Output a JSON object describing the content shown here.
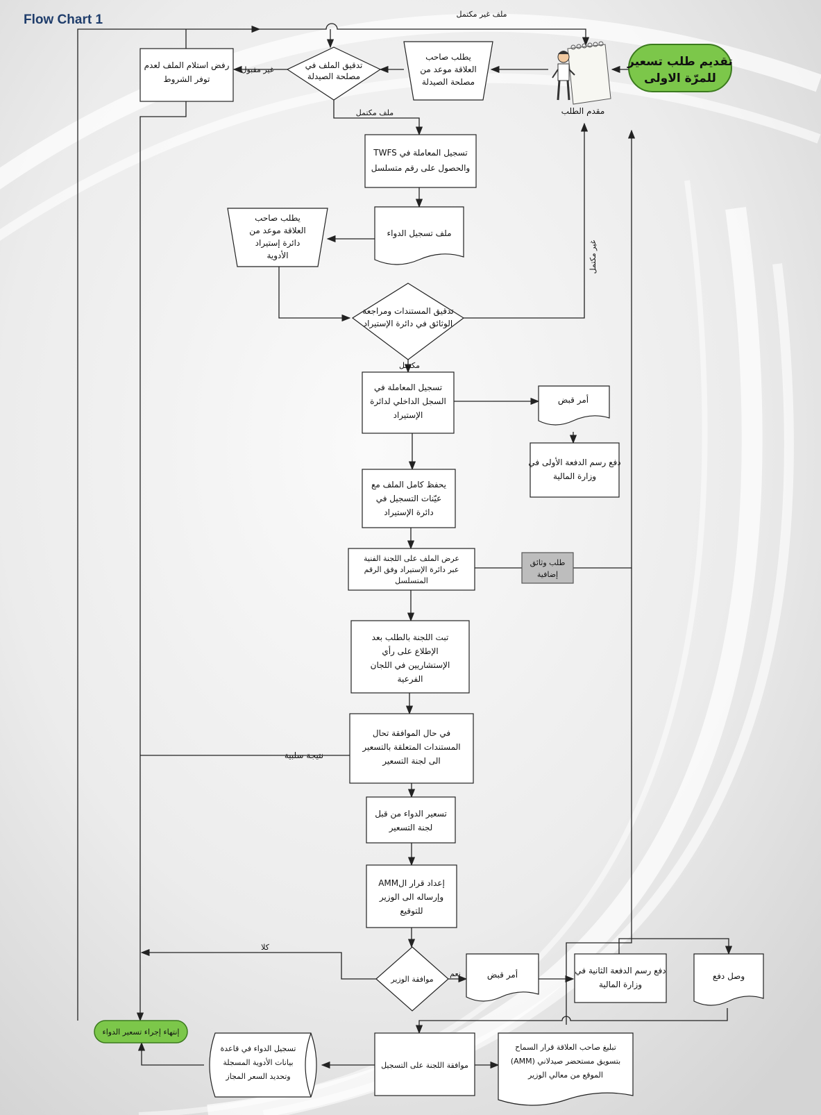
{
  "title": "Flow Chart 1",
  "colors": {
    "start_fill": "#7cc74a",
    "start_stroke": "#3b7a1e",
    "gray_box": "#bdbdbd",
    "line": "#222222"
  },
  "nodes": {
    "start": [
      "تقديم طلب تسعير",
      "للمرّة الاولى"
    ],
    "applicant": [
      "مقدم الطلب"
    ],
    "appt_pharmacy": [
      "يطلب صاحب",
      "العلاقة موعد من",
      "مصلحة الصيدلة"
    ],
    "check_pharmacy": [
      "تدقيق الملف في",
      "مصلحة الصيدلة"
    ],
    "reject": [
      "رفض استلام الملف لعدم",
      "توفر الشروط"
    ],
    "register_twfs": [
      "تسجيل المعاملة في TWFS",
      "والحصول على رقم متسلسل"
    ],
    "drug_file": [
      "ملف تسجيل الدواء"
    ],
    "appt_import": [
      "يطلب صاحب",
      "العلاقة موعد من",
      "دائرة إستيراد",
      "الأدوية"
    ],
    "check_docs": [
      "تدقيق المستندات ومراجعة",
      "الوثائق في دائرة الإستيراد"
    ],
    "register_internal": [
      "تسجيل المعاملة في",
      "السجل الداخلي لدائرة",
      "الإستيراد"
    ],
    "receipt1": [
      "أمر قبض"
    ],
    "pay1": [
      "دفع رسم الدفعة الأولى في",
      "وزارة المالية"
    ],
    "keep_file": [
      "يحفظ كامل الملف مع",
      "عيّنات التسجيل في",
      "دائرة الإستيراد"
    ],
    "present_committee": [
      "عرض الملف على اللجنة الفنية",
      "عبر دائرة الإستيراد وفق الرقم",
      "المتسلسل"
    ],
    "extra_docs": [
      "طلب وثائق",
      "إضافية"
    ],
    "committee_decide": [
      "تبت اللجنة بالطلب بعد",
      "الإطلاع على رأي",
      "الإستشاريين في اللجان",
      "الفرعية"
    ],
    "refer_pricing": [
      "في حال الموافقة تحال",
      "المستندات المتعلقة بالتسعير",
      "الى لجنة التسعير"
    ],
    "pricing": [
      "تسعير الدواء من قبل",
      "لجنة التسعير"
    ],
    "amm_decision": [
      "إعداد قرار الAMM",
      "وإرساله الى الوزير",
      "للتوقيع"
    ],
    "minister": [
      "موافقة الوزير"
    ],
    "receipt2": [
      "أمر قبض"
    ],
    "pay2": [
      "دفع رسم الدفعة الثانية في",
      "وزارة المالية"
    ],
    "pay_receipt": [
      "وصل دفع"
    ],
    "notify": [
      "تبليغ صاحب العلاقة  قرار السماح",
      "بتسويق مستحضر صيدلاني (AMM)",
      "الموقع من معالي الوزير"
    ],
    "committee_reg": [
      "موافقة اللجنة على التسجيل"
    ],
    "db_register": [
      "تسجيل الدواء في قاعدة",
      "بيانات الأدوية المسجلة",
      "وتحديد السعر المجاز"
    ],
    "end": [
      "إنتهاء إجراء تسعير الدواء"
    ]
  },
  "edge_labels": {
    "incomplete_top": "ملف غير مكتمل",
    "not_accepted": "غير مقبول",
    "complete_file": "ملف مكتمل",
    "incomplete_side": "غير مكتمل",
    "complete": "مكتمل",
    "negative": "نتيجة سلبية",
    "no": "كلا",
    "yes": "نعم"
  }
}
